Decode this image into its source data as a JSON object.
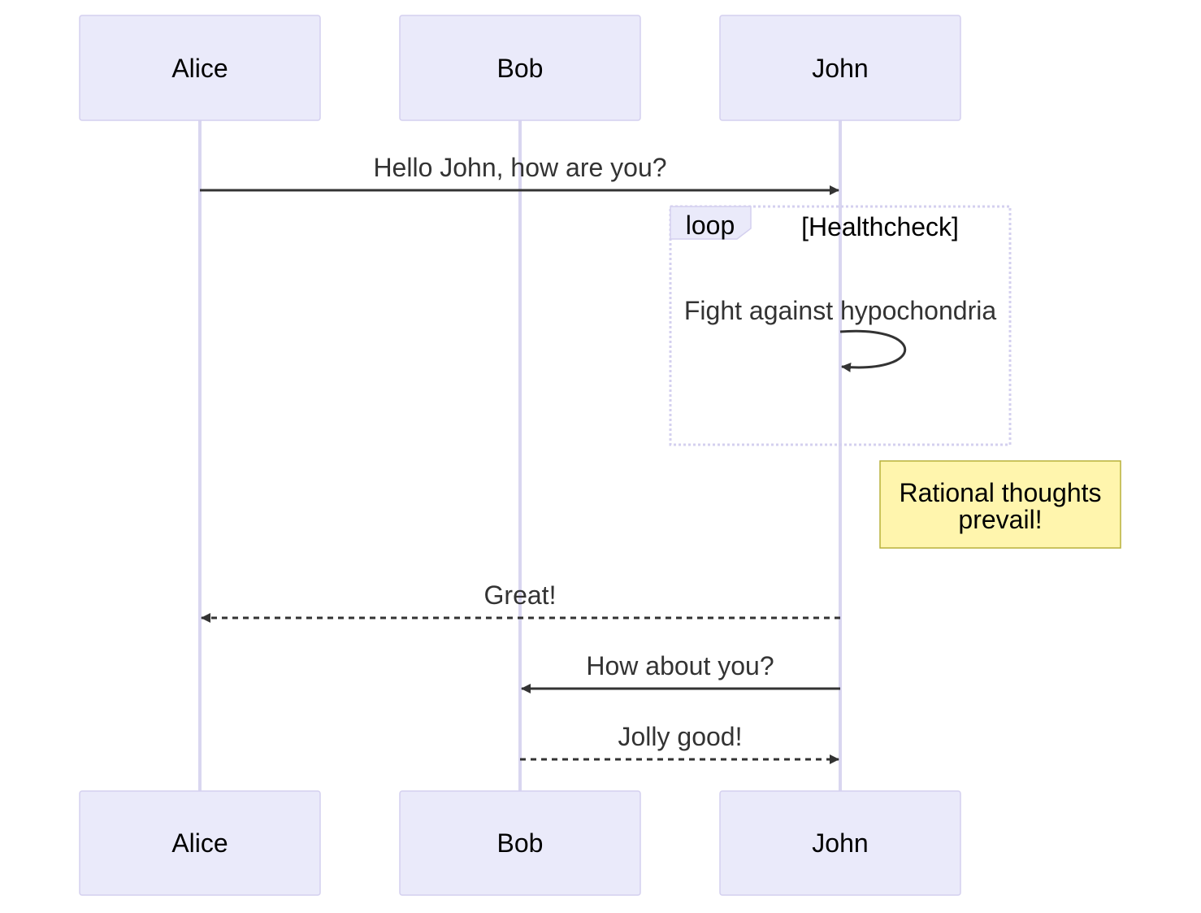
{
  "participants": [
    {
      "id": "alice",
      "label": "Alice"
    },
    {
      "id": "bob",
      "label": "Bob"
    },
    {
      "id": "john",
      "label": "John"
    }
  ],
  "messages": [
    {
      "from": "Alice",
      "to": "John",
      "text": "Hello John, how are you?",
      "style": "solid"
    },
    {
      "from": "John",
      "to": "John",
      "text": "Fight against hypochondria",
      "style": "solid"
    },
    {
      "from": "John",
      "to": "Alice",
      "text": "Great!",
      "style": "dashed"
    },
    {
      "from": "John",
      "to": "Bob",
      "text": "How about you?",
      "style": "solid"
    },
    {
      "from": "Bob",
      "to": "John",
      "text": "Jolly good!",
      "style": "dashed"
    }
  ],
  "loop": {
    "keyword": "loop",
    "condition": "[Healthcheck]"
  },
  "note": {
    "lines": [
      "Rational thoughts",
      "prevail!"
    ]
  },
  "colors": {
    "actor_fill": "#eaeafa",
    "actor_stroke": "#d4d0ef",
    "lifeline": "#d9d6f0",
    "arrow": "#333333",
    "note_fill": "#fff5ad",
    "note_stroke": "#b8b13a"
  }
}
